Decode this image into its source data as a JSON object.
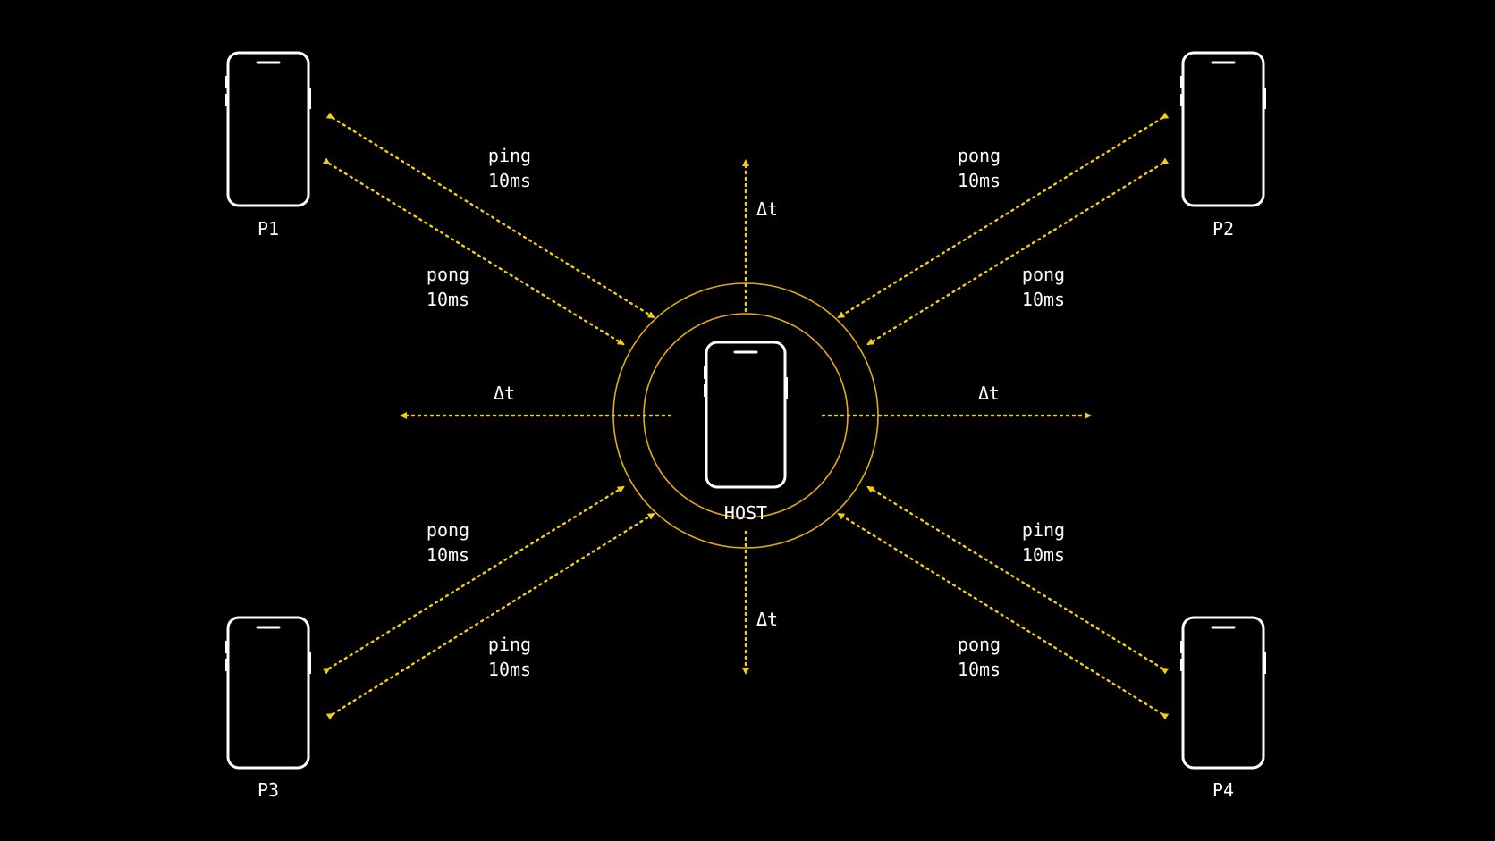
{
  "colors": {
    "background": "#000000",
    "arrow": "#f5cf0a",
    "ring": "#e0ac10",
    "device": "#ffffff"
  },
  "host": {
    "label": "HOST"
  },
  "players": {
    "p1": {
      "label": "P1"
    },
    "p2": {
      "label": "P2"
    },
    "p3": {
      "label": "P3"
    },
    "p4": {
      "label": "P4"
    }
  },
  "delta_label": "Δt",
  "messages": {
    "p1_outer": {
      "type": "ping",
      "latency": "10ms"
    },
    "p1_inner": {
      "type": "pong",
      "latency": "10ms"
    },
    "p2_outer": {
      "type": "pong",
      "latency": "10ms"
    },
    "p2_inner": {
      "type": "pong",
      "latency": "10ms"
    },
    "p3_inner": {
      "type": "pong",
      "latency": "10ms"
    },
    "p3_outer": {
      "type": "ping",
      "latency": "10ms"
    },
    "p4_inner": {
      "type": "ping",
      "latency": "10ms"
    },
    "p4_outer": {
      "type": "pong",
      "latency": "10ms"
    }
  }
}
